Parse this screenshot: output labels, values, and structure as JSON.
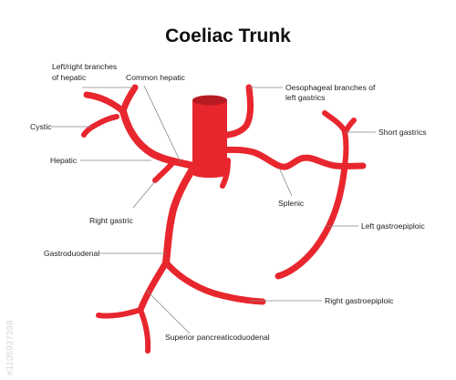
{
  "title": "Coeliac Trunk",
  "watermark_id": "#1105937398",
  "colors": {
    "vessel": "#e8262d",
    "vessel_shade": "#b61c22",
    "leader": "#888888",
    "text": "#1e1e1e"
  },
  "labels": {
    "left_right_hepatic_1": "Left/right branches",
    "left_right_hepatic_2": "of hepatic",
    "common_hepatic": "Common hepatic",
    "oesophageal_1": "Oesophageal branches of",
    "oesophageal_2": "left gastrics",
    "cystic": "Cystic",
    "short_gastrics": "Short gastrics",
    "hepatic": "Hepatic",
    "splenic": "Splenic",
    "right_gastric": "Right gastric",
    "left_gastroepiploic": "Left gastroepiploic",
    "gastroduodenal": "Gastroduodenal",
    "right_gastroepiploic": "Right gastroepiploic",
    "superior_pancreaticoduodenal": "Superior pancreaticoduodenal"
  }
}
